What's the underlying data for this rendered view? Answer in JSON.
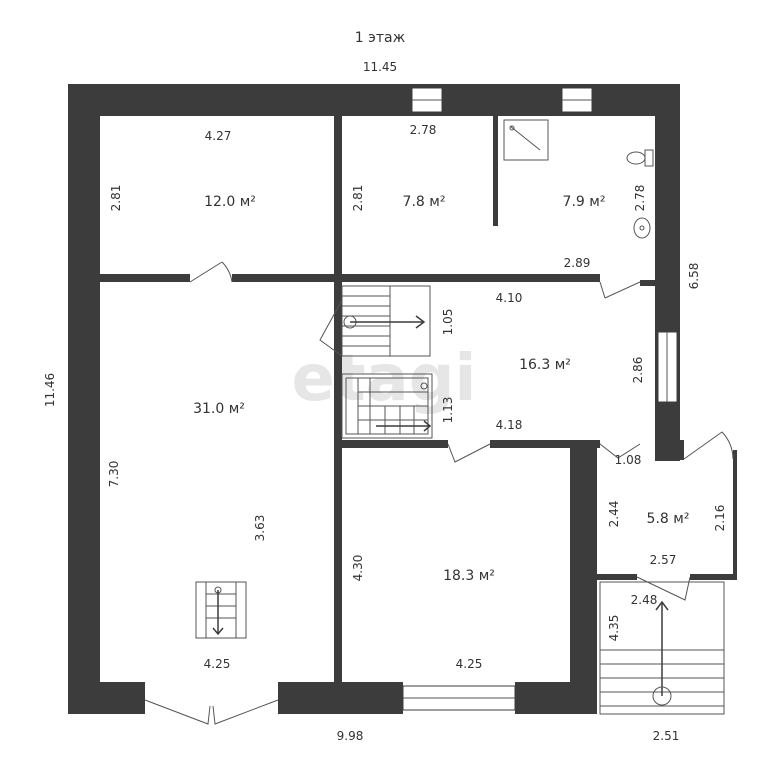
{
  "title": "1 этаж",
  "watermark": "etagi",
  "rooms": [
    {
      "key": "r1",
      "area": "12.0 м²"
    },
    {
      "key": "r2",
      "area": "7.8 м²"
    },
    {
      "key": "r3",
      "area": "7.9 м²"
    },
    {
      "key": "r4",
      "area": "31.0 м²"
    },
    {
      "key": "r5",
      "area": "16.3 м²"
    },
    {
      "key": "r6",
      "area": "18.3 м²"
    },
    {
      "key": "r7",
      "area": "5.8 м²"
    }
  ],
  "dimensions": {
    "top_overall": "11.45",
    "left_overall": "11.46",
    "right_upper": "6.58",
    "bottom_main": "9.98",
    "bottom_porch": "2.51",
    "r1_width": "4.27",
    "r1_height": "2.81",
    "r2_width": "2.78",
    "r2_height": "2.81",
    "r3_height": "2.78",
    "r3_width": "2.89",
    "r5_top": "4.10",
    "r5_left_upper": "1.05",
    "r5_right": "2.86",
    "r5_left_lower": "1.13",
    "r5_bottom": "4.18",
    "r4_height": "7.30",
    "r4_inner": "3.63",
    "r4_bottom": "4.25",
    "r6_height": "4.30",
    "r6_bottom": "4.25",
    "r7_top": "1.08",
    "r7_left": "2.44",
    "r7_right": "2.16",
    "r7_bottom": "2.57",
    "porch_top": "2.48",
    "porch_left": "4.35"
  }
}
